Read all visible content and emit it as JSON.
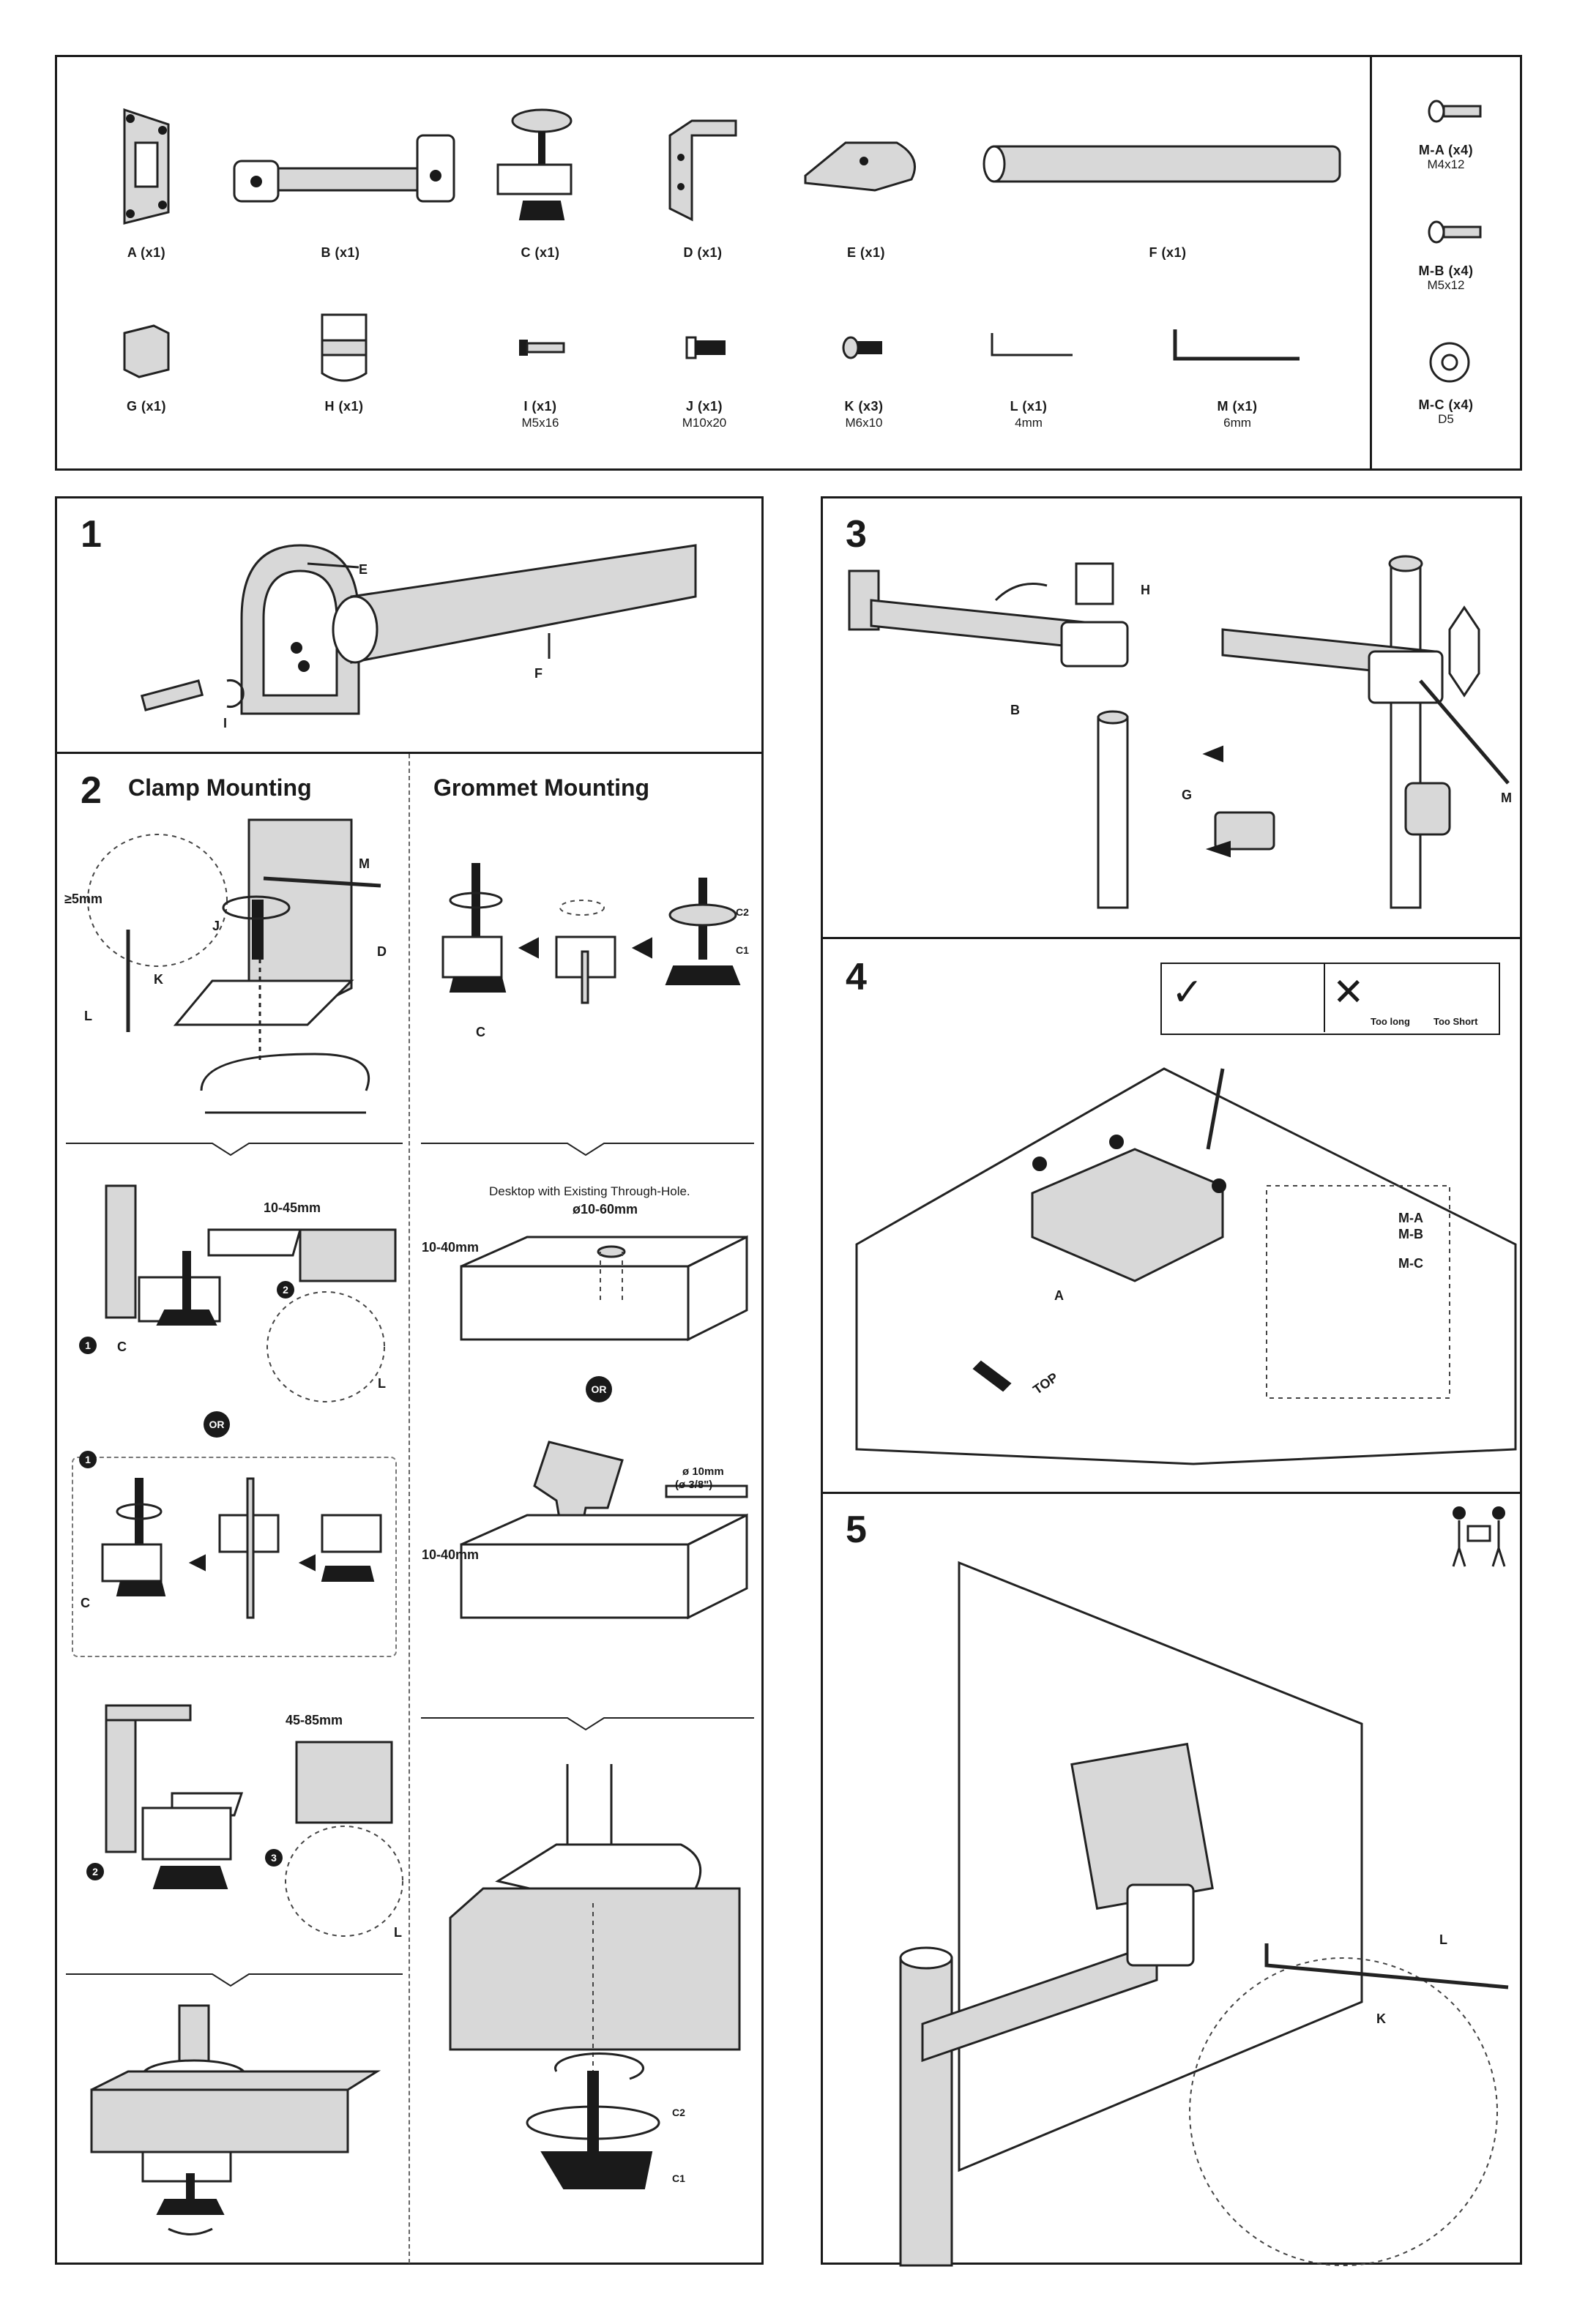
{
  "parts": [
    {
      "label": "A (x1)",
      "spec": ""
    },
    {
      "label": "B (x1)",
      "spec": ""
    },
    {
      "label": "C (x1)",
      "spec": ""
    },
    {
      "label": "D (x1)",
      "spec": ""
    },
    {
      "label": "E (x1)",
      "spec": ""
    },
    {
      "label": "F (x1)",
      "spec": ""
    },
    {
      "label": "G (x1)",
      "spec": ""
    },
    {
      "label": "H (x1)",
      "spec": ""
    },
    {
      "label": "I (x1)",
      "spec": "M5x16"
    },
    {
      "label": "J (x1)",
      "spec": "M10x20"
    },
    {
      "label": "K (x3)",
      "spec": "M6x10"
    },
    {
      "label": "L (x1)",
      "spec": "4mm"
    },
    {
      "label": "M (x1)",
      "spec": "6mm"
    }
  ],
  "hardware": [
    {
      "label": "M-A (x4)",
      "spec": "M4x12"
    },
    {
      "label": "M-B (x4)",
      "spec": "M5x12"
    },
    {
      "label": "M-C (x4)",
      "spec": "D5"
    }
  ],
  "step1": {
    "num": "1",
    "callouts": {
      "e": "E",
      "f": "F",
      "i": "I"
    }
  },
  "step2": {
    "num": "2",
    "clamp_title": "Clamp Mounting",
    "grommet_title": "Grommet Mounting",
    "clamp_callouts": {
      "min": "≥5mm",
      "m": "M",
      "k": "K",
      "l": "L",
      "j": "J",
      "d": "D",
      "c": "C"
    },
    "thickness_a": "10-45mm",
    "thickness_b": "45-85mm",
    "or": "OR",
    "desk_note": "Desktop with Existing Through-Hole.",
    "hole_range": "ø10-60mm",
    "desk_thickness": "10-40mm",
    "drill_size": "ø 10mm",
    "drill_inch": "(ø 3/8\")",
    "markers": {
      "n1": "1",
      "n2": "2",
      "n3": "3",
      "c1": "C1",
      "c2": "C2"
    }
  },
  "step3": {
    "num": "3",
    "callouts": {
      "h": "H",
      "b": "B",
      "g": "G",
      "m": "M"
    }
  },
  "step4": {
    "num": "4",
    "too_long": "Too long",
    "too_short": "Too Short",
    "callouts": {
      "a": "A",
      "ma": "M-A",
      "mb": "M-B",
      "mc": "M-C",
      "top": "TOP"
    }
  },
  "step5": {
    "num": "5",
    "callouts": {
      "l": "L",
      "k": "K"
    }
  },
  "colors": {
    "ink": "#1a1a1a",
    "fill": "#d8d8d8"
  }
}
